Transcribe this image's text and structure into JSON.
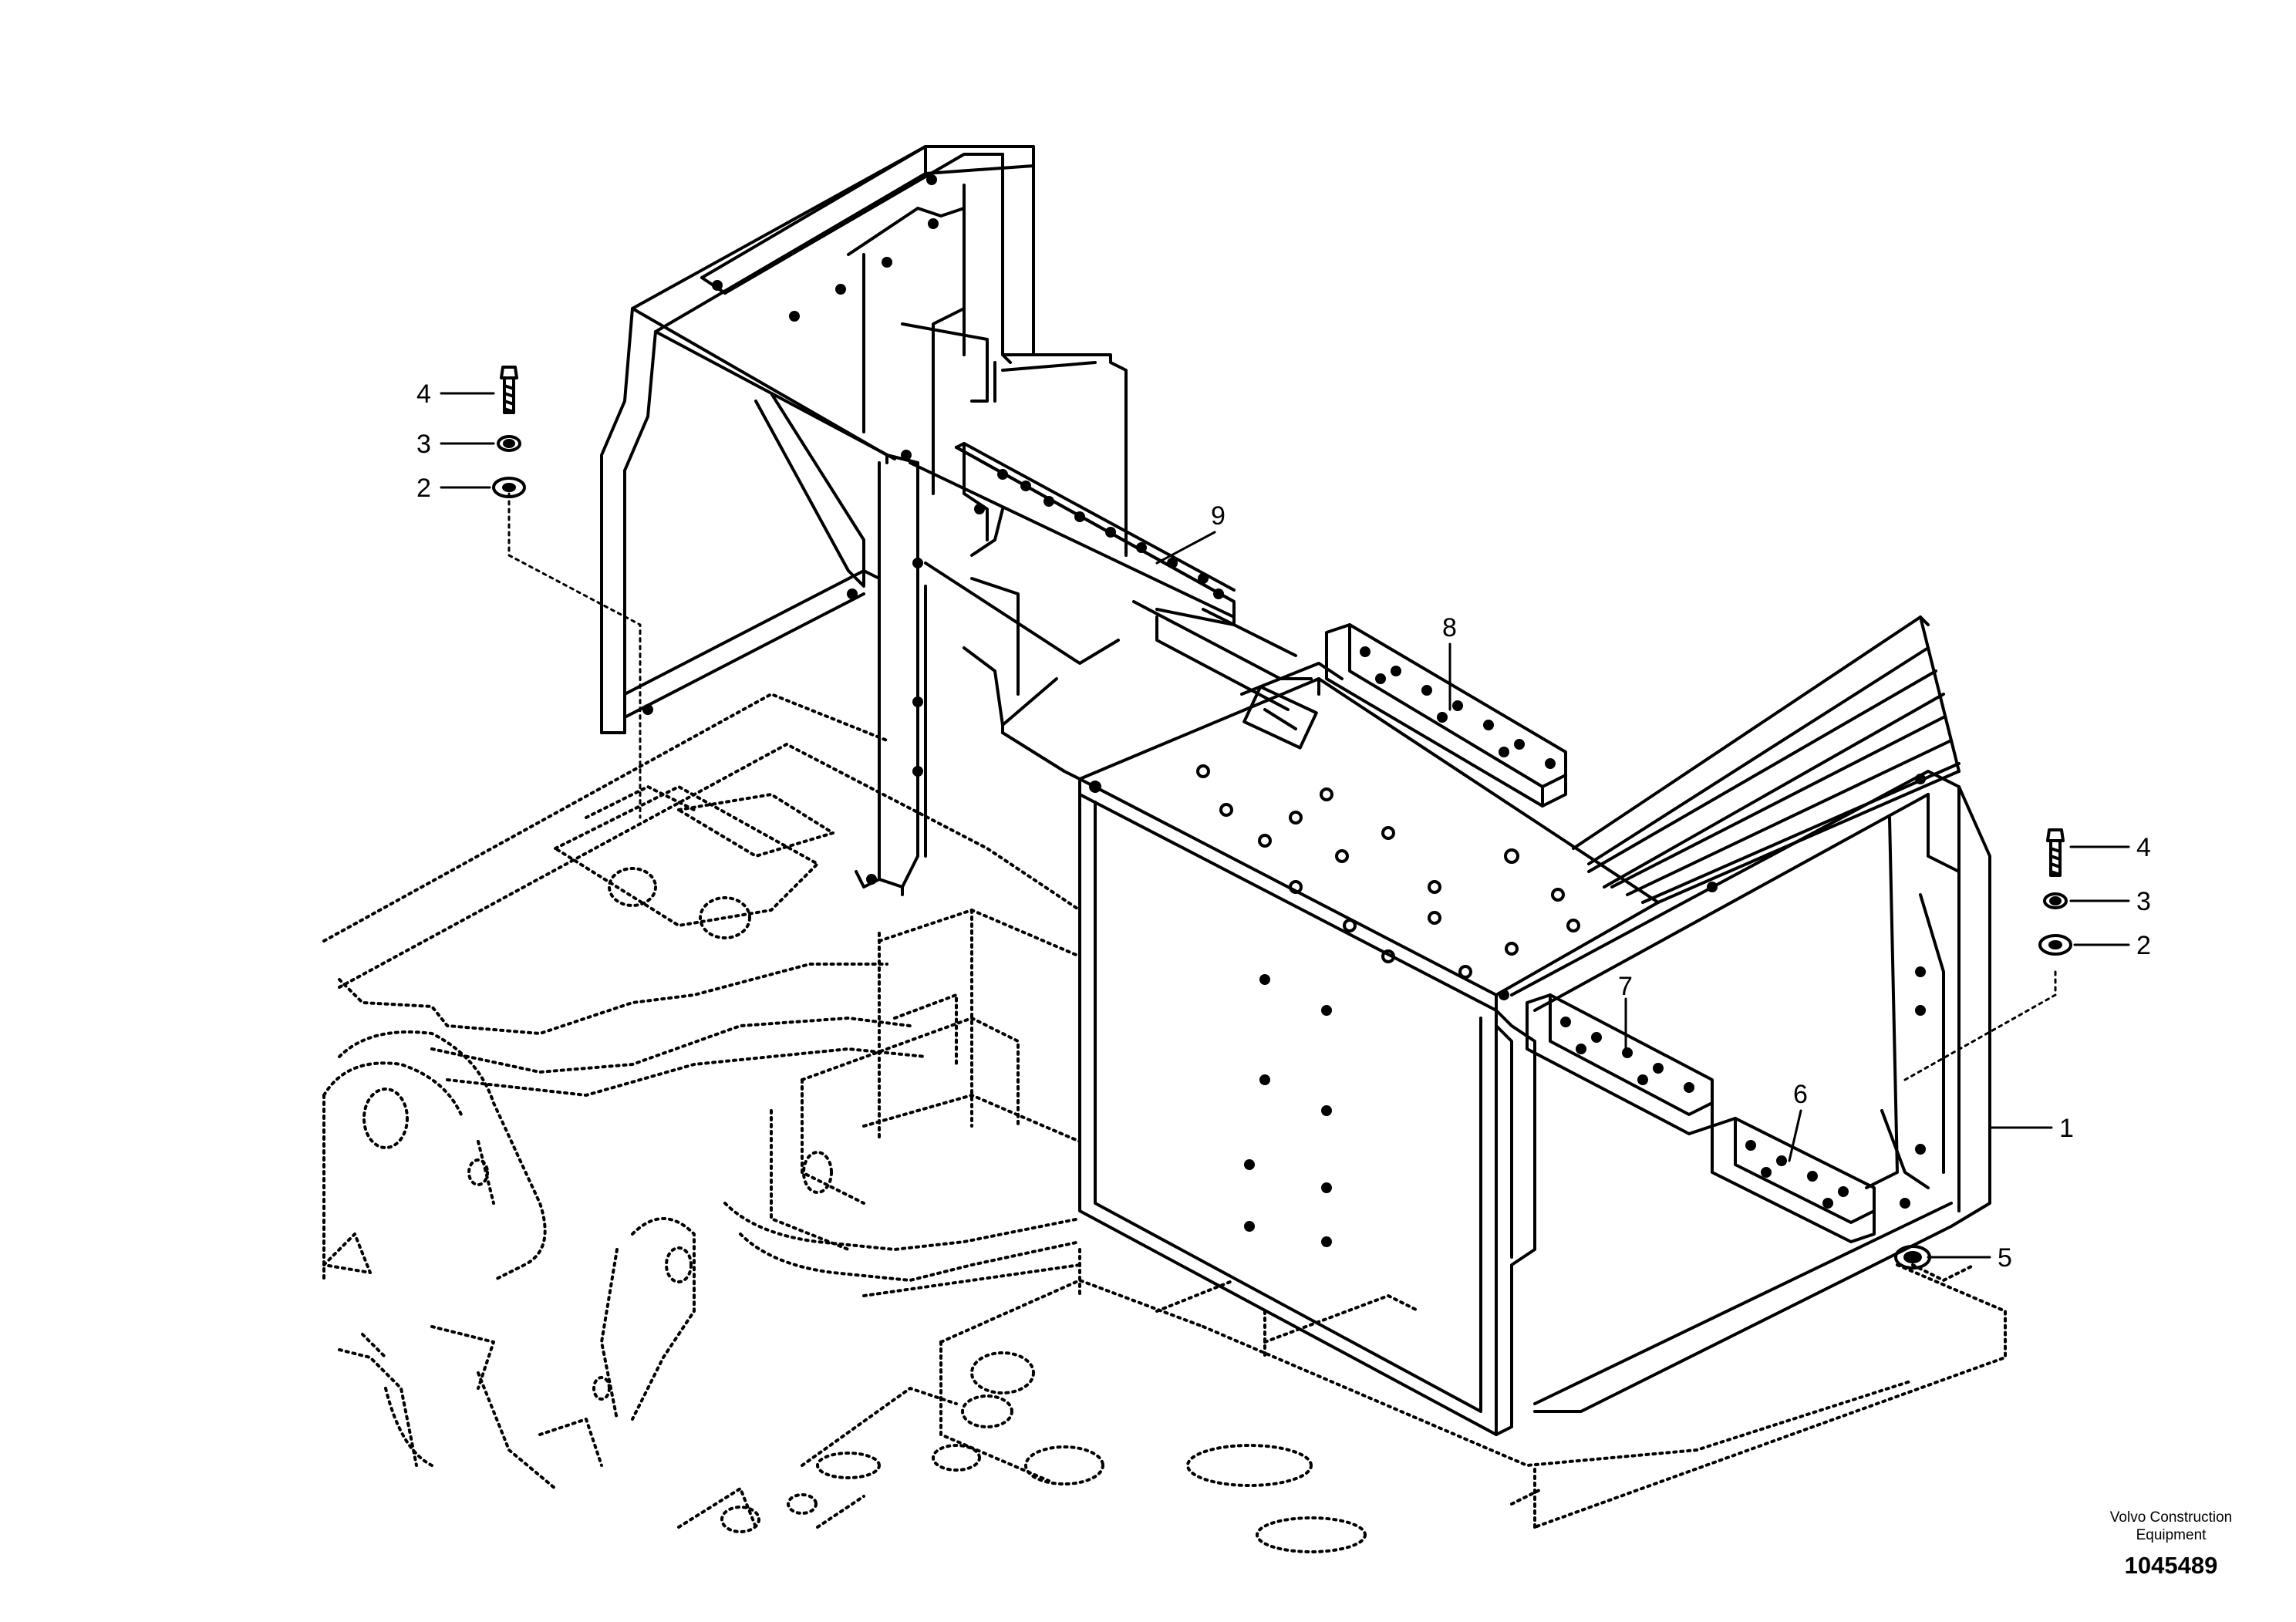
{
  "callouts": [
    {
      "id": "c1",
      "label": "1"
    },
    {
      "id": "c2a",
      "label": "2"
    },
    {
      "id": "c2b",
      "label": "2"
    },
    {
      "id": "c3a",
      "label": "3"
    },
    {
      "id": "c3b",
      "label": "3"
    },
    {
      "id": "c4a",
      "label": "4"
    },
    {
      "id": "c4b",
      "label": "4"
    },
    {
      "id": "c5",
      "label": "5"
    },
    {
      "id": "c6",
      "label": "6"
    },
    {
      "id": "c7",
      "label": "7"
    },
    {
      "id": "c8",
      "label": "8"
    },
    {
      "id": "c9",
      "label": "9"
    }
  ],
  "footer": {
    "credit_line1": "Volvo Construction",
    "credit_line2": "Equipment",
    "drawing_number": "1045489"
  }
}
